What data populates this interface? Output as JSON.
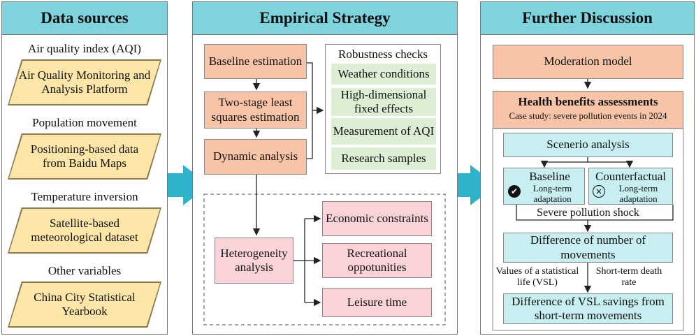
{
  "panels": {
    "data_sources": "Data sources",
    "empirical_strategy": "Empirical Strategy",
    "further_discussion": "Further Discussion"
  },
  "data_sources": [
    {
      "label": "Air quality index (AQI)",
      "source": "Air Quality Monitoring and Analysis Platform"
    },
    {
      "label": "Population movement",
      "source": "Positioning-based data from Baidu Maps"
    },
    {
      "label": "Temperature inversion",
      "source": "Satellite-based meteorological dataset"
    },
    {
      "label": "Other variables",
      "source": "China City Statistical Yearbook"
    }
  ],
  "strategy": {
    "baseline": "Baseline estimation",
    "two_stage": "Two-stage least squares estimation",
    "dynamic": "Dynamic analysis",
    "robustness_title": "Robustness checks",
    "robustness": [
      "Weather conditions",
      "High-dimensional fixed effects",
      "Measurement of AQI",
      "Research samples"
    ],
    "heterogeneity": "Heterogeneity analysis",
    "heterogeneity_items": [
      "Economic constraints",
      "Recreational oppotunities",
      "Leisure time"
    ]
  },
  "discussion": {
    "moderation": "Moderation model",
    "health_title": "Health benefits assessments",
    "health_sub": "Case study: severe pollution events in 2024",
    "scenario": "Scenerio analysis",
    "baseline_title": "Baseline",
    "baseline_sub": "Long-term adaptation",
    "counterfactual_title": "Counterfactual",
    "counterfactual_sub": "Long-term adaptation",
    "shock": "Severe pollution shock",
    "difference_movements": "Difference of number of movements",
    "vsl_label": "Values of a statistical life (VSL)",
    "death_rate_label": "Short-term death rate",
    "difference_vsl": "Difference of VSL savings from short-term movements"
  },
  "colors": {
    "header": "#7fd3dc",
    "arrow": "#2fb3c8",
    "orange": "#f8c4a8",
    "pink": "#f9d3d8",
    "green": "#dcefd4",
    "cyan": "#c7eef0",
    "yellow": "#fde6a8"
  }
}
